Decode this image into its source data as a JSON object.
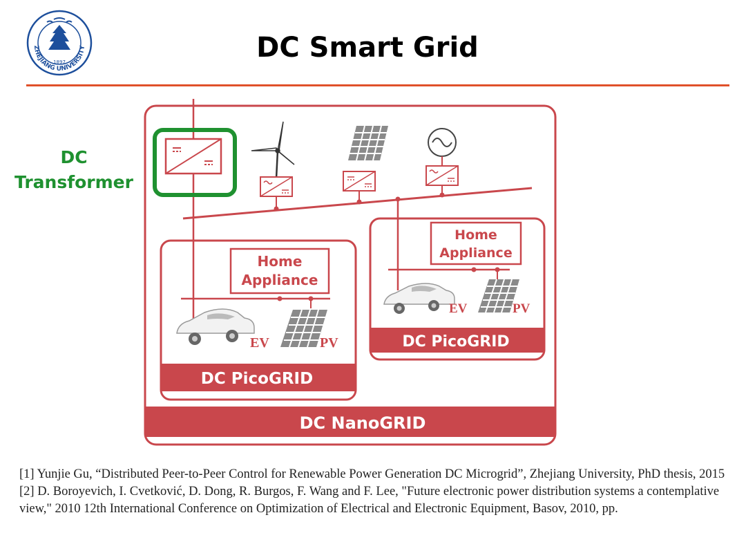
{
  "slide": {
    "title": "DC Smart Grid",
    "logo": {
      "name": "zhejiang-university-logo",
      "text": "ZHEJIANG UNIVERSITY",
      "year": "1897"
    }
  },
  "diagram": {
    "transformer_label_line1": "DC",
    "transformer_label_line2": "Transformer",
    "nanogrid": {
      "label": "DC NanoGRID"
    },
    "picogrid_left": {
      "label": "DC PicoGRID",
      "appliance_line1": "Home",
      "appliance_line2": "Appliance",
      "ev_label": "EV",
      "pv_label": "PV"
    },
    "picogrid_right": {
      "label": "DC PicoGRID",
      "appliance_line1": "Home",
      "appliance_line2": "Appliance",
      "ev_label": "EV",
      "pv_label": "PV"
    },
    "colors": {
      "grid_red": "#c9474c",
      "transformer_green": "#1f9130",
      "panel_gray": "#808080"
    }
  },
  "references": [
    "[1] Yunjie Gu, “Distributed Peer-to-Peer Control for Renewable Power Generation DC Microgrid”, Zhejiang University, PhD thesis, 2015",
    "[2] D. Boroyevich, I. Cvetković, D. Dong, R. Burgos, F. Wang and F. Lee, \"Future electronic power distribution systems a contemplative view,\" 2010 12th International Conference on Optimization of Electrical and Electronic Equipment, Basov, 2010, pp."
  ]
}
